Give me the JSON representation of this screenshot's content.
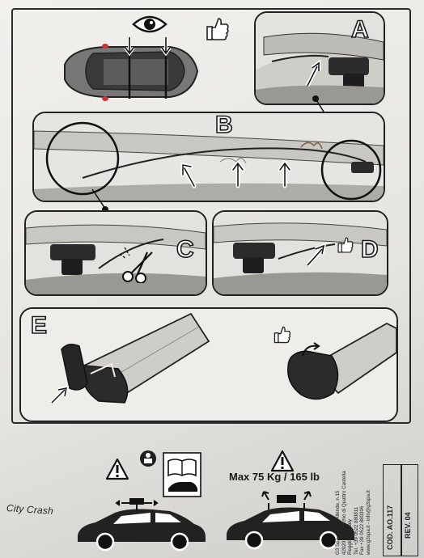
{
  "panels": {
    "a": {
      "label": "A"
    },
    "b": {
      "label": "B"
    },
    "c": {
      "label": "C"
    },
    "d": {
      "label": "D"
    },
    "e": {
      "label": "E"
    }
  },
  "footer": {
    "max_load": "Max 75 Kg / 165 lb",
    "brand": "City Crash",
    "address_lines": [
      "G3 Spa - via E. Allende, n.15",
      "42020 Montecchio di Quattro Castella",
      "Reggio E. - Italy",
      "Tel. +39 0522 880811",
      "Fax +39 0522 880306",
      "www.g3spa.it - info@g3spa.it"
    ],
    "code": "COD. AO.117",
    "rev": "REV. 04"
  },
  "colors": {
    "outline": "#222222",
    "paper": "#eeede9",
    "bar": "#cfcdc8",
    "black_part": "#2b2b2b"
  },
  "icons": [
    "eye-icon",
    "thumbs-up-icon",
    "scissors-icon",
    "warning-icon",
    "manual-icon",
    "car-icon"
  ]
}
